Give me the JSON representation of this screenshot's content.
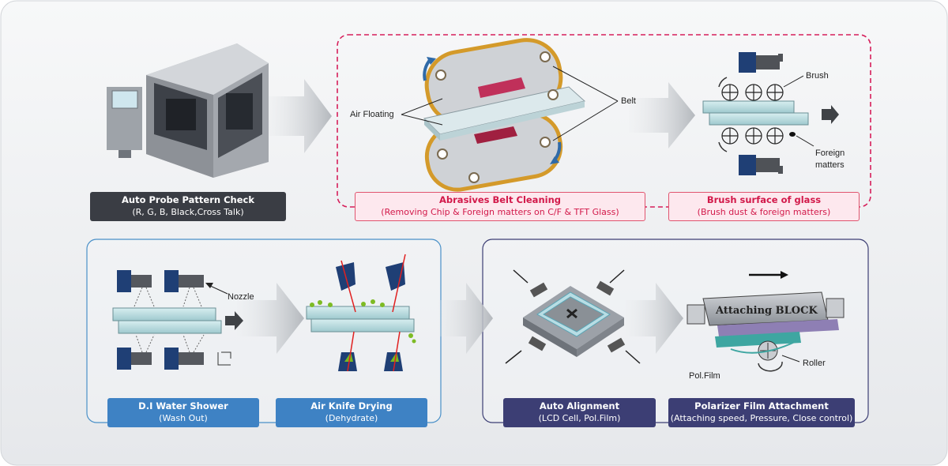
{
  "steps": {
    "auto_probe": {
      "title": "Auto Probe Pattern Check",
      "sub": "(R, G, B, Black,Cross Talk)"
    },
    "belt_cleaning": {
      "title": "Abrasives Belt Cleaning",
      "sub": "(Removing Chip & Foreign matters on C/F & TFT Glass)"
    },
    "brush_surface": {
      "title": "Brush surface of glass",
      "sub": "(Brush dust & foreign matters)"
    },
    "di_water": {
      "title": "D.I Water Shower",
      "sub": "(Wash Out)"
    },
    "air_knife": {
      "title": "Air Knife Drying",
      "sub": "(Dehydrate)"
    },
    "auto_alignment": {
      "title": "Auto Alignment",
      "sub": "(LCD Cell, Pol.Film)"
    },
    "polarizer": {
      "title": "Polarizer Film Attachment",
      "sub": "(Attaching speed, Pressure, Close control)"
    }
  },
  "callouts": {
    "air_floating": "Air Floating",
    "belt": "Belt",
    "brush": "Brush",
    "foreign_1": "Foreign",
    "foreign_2": "matters",
    "nozzle": "Nozzle",
    "attaching_block": "Attaching BLOCK",
    "pol_film": "Pol.Film",
    "roller": "Roller"
  },
  "colors": {
    "dark_label": "#3a3d44",
    "pink_accent": "#e0556f",
    "blue_label": "#3e82c4",
    "navy_label": "#3c3e74"
  }
}
